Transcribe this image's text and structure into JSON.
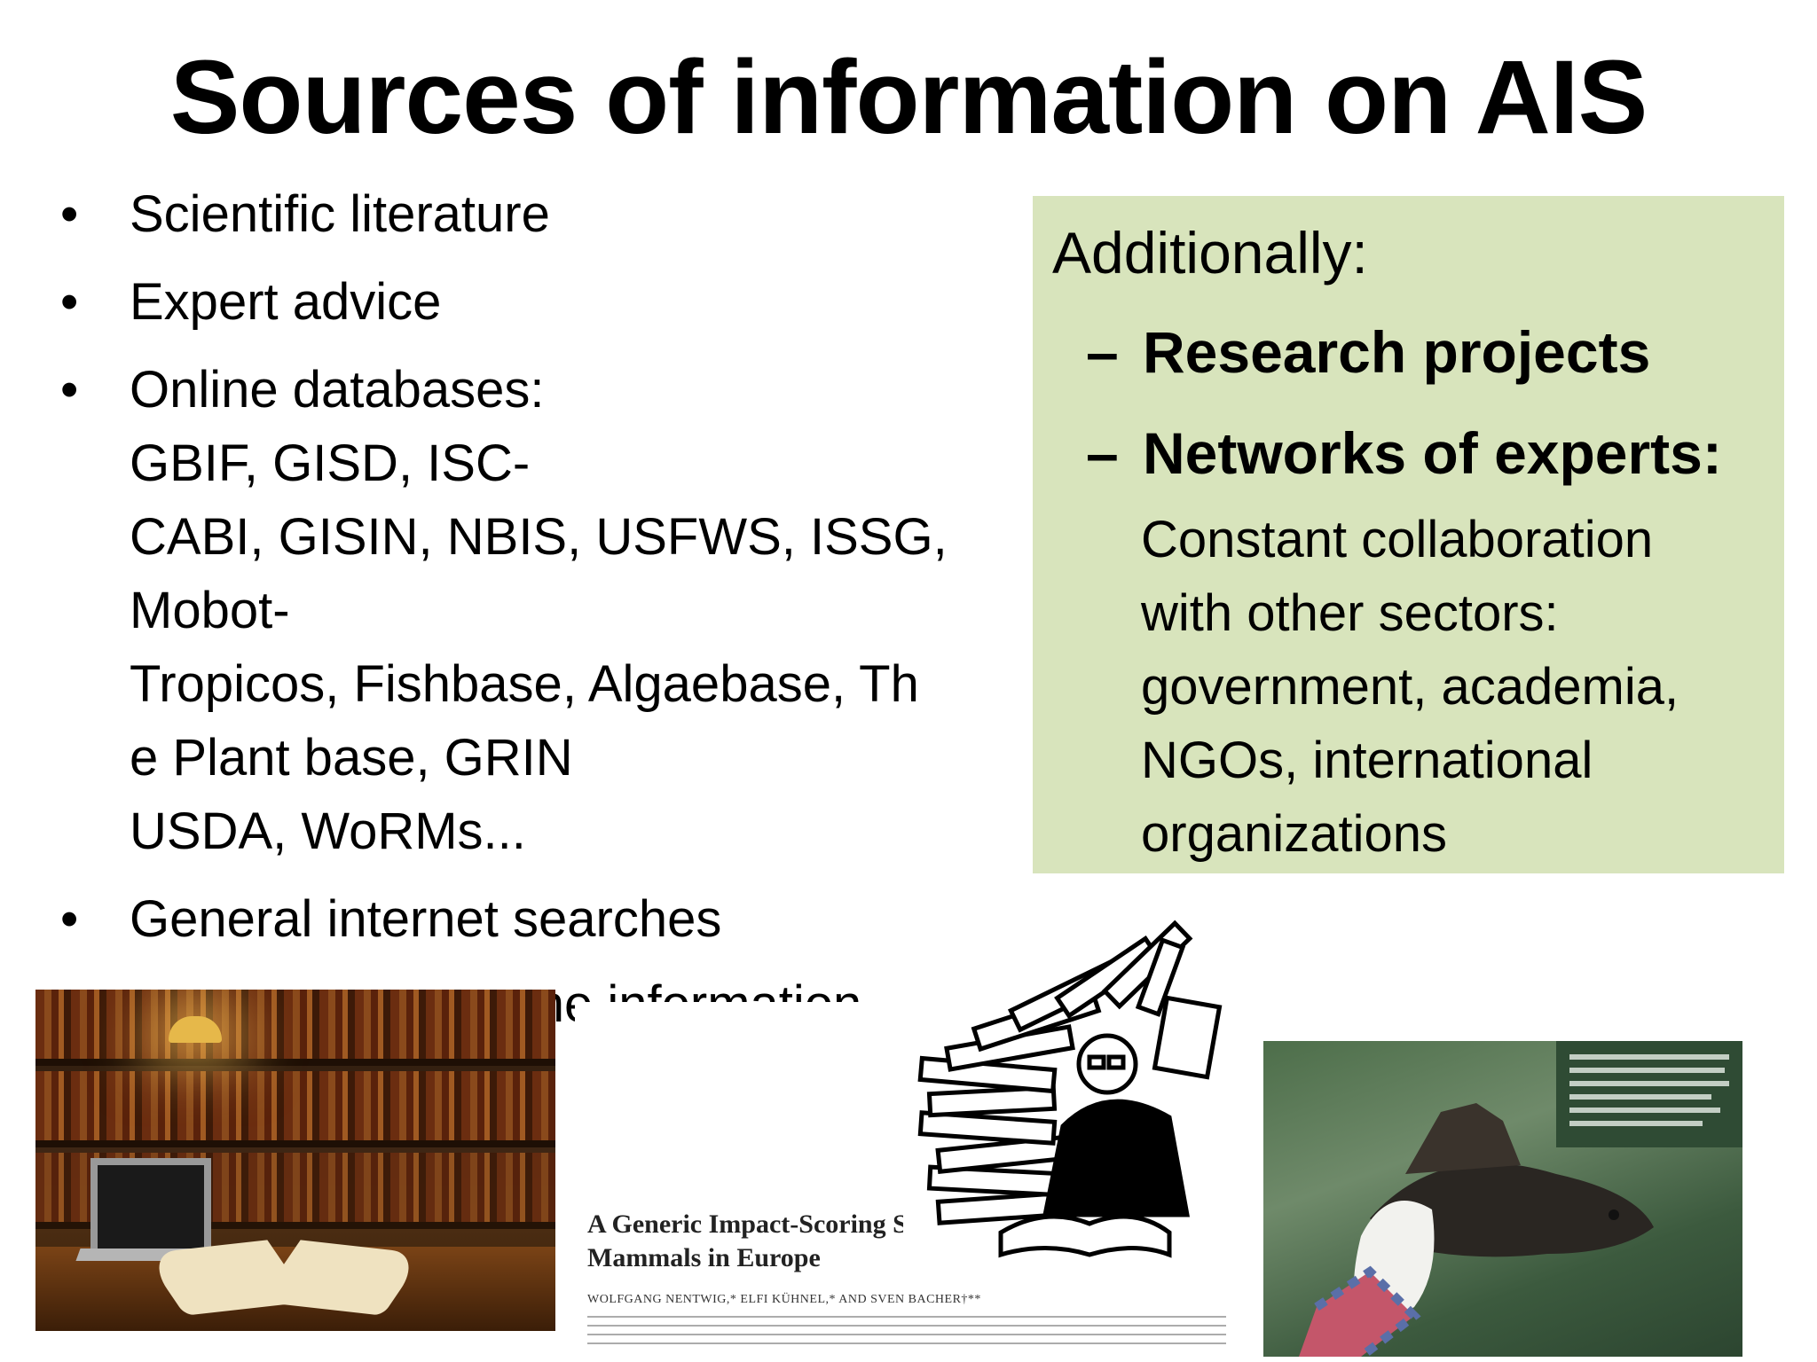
{
  "slide": {
    "title": "Sources of information on  AIS",
    "bullets": [
      {
        "label": "Scientific literature"
      },
      {
        "label": "Expert advice"
      },
      {
        "label": "Online databases:",
        "sub": [
          "GBIF, GISD, ISC-",
          "CABI, GISIN, NBIS, USFWS, ISSG,",
          "Mobot-",
          "Tropicos, Fishbase, Algaebase, Th",
          "e Plant base, GRIN",
          "USDA, WoRMs..."
        ]
      },
      {
        "label": "General internet searches"
      }
    ],
    "partial_bullet": "Processing of all the information",
    "bullet_glyph": "•",
    "sidebar": {
      "heading": "Additionally:",
      "dash": "–",
      "items": [
        "Research projects",
        "Networks of experts:"
      ],
      "description": [
        "Constant collaboration",
        "with other sectors:",
        "government, academia,",
        "NGOs, international",
        "organizations"
      ],
      "bg_color": "#d8e4bc"
    },
    "paper": {
      "title_line1": "A Generic Impact-Scoring Sy",
      "title_line2": "Mammals in Europe",
      "authors": "WOLFGANG NENTWIG,* ELFI KÜHNEL,* AND SVEN BACHER†**"
    }
  }
}
